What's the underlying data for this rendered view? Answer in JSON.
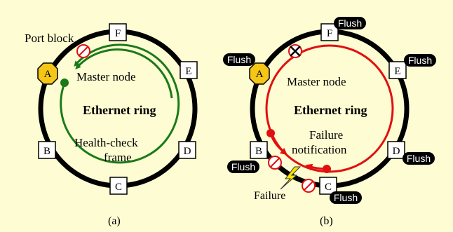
{
  "colors": {
    "background": "#fefcd2",
    "ring": "#000000",
    "health_check": "#1a7a1a",
    "failure": "#e01010",
    "master_node": "#f5c518",
    "flush_badge": "#000000"
  },
  "panel_a": {
    "caption": "(a)",
    "port_block_label": "Port block",
    "master_label": "Master node",
    "ring_label": "Ethernet ring",
    "frame_label_line1": "Health-check",
    "frame_label_line2": "frame",
    "nodes": {
      "A": "A",
      "B": "B",
      "C": "C",
      "D": "D",
      "E": "E",
      "F": "F"
    }
  },
  "panel_b": {
    "caption": "(b)",
    "master_label": "Master node",
    "ring_label": "Ethernet ring",
    "notification_line1": "Failure",
    "notification_line2": "notification",
    "failure_label": "Failure",
    "flush_label": "Flush",
    "nodes": {
      "A": "A",
      "B": "B",
      "C": "C",
      "D": "D",
      "E": "E",
      "F": "F"
    }
  }
}
